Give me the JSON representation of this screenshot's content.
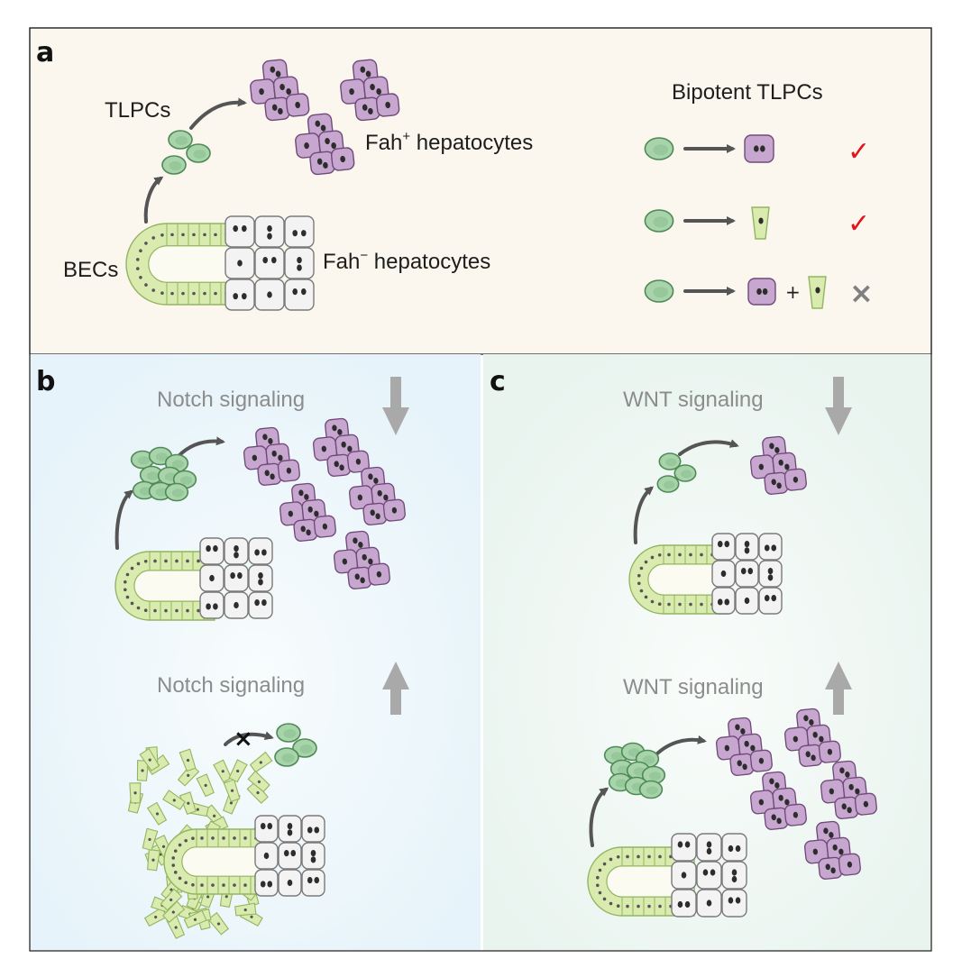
{
  "panels": {
    "a": {
      "letter": "a",
      "labels": {
        "tlpcs": "TLPCs",
        "fah_plus_prefix": "Fah",
        "fah_plus_sup": "+",
        "fah_plus_suffix": " hepatocytes",
        "becs": "BECs",
        "fah_minus_prefix": "Fah",
        "fah_minus_sup": "−",
        "fah_minus_suffix": " hepatocytes",
        "bipotent_title": "Bipotent TLPCs"
      },
      "fates": [
        {
          "outcome": "hepatocyte",
          "status": "allowed",
          "mark": "✓"
        },
        {
          "outcome": "BEC",
          "status": "allowed",
          "mark": "✓"
        },
        {
          "outcome": "hepatocyte + BEC",
          "status": "not-allowed",
          "mark": "×",
          "plus": "+"
        }
      ]
    },
    "b": {
      "letter": "b",
      "top": {
        "signal": "Notch signaling",
        "direction": "down"
      },
      "bottom": {
        "signal": "Notch signaling",
        "direction": "up",
        "blocked_mark": "×"
      }
    },
    "c": {
      "letter": "c",
      "top": {
        "signal": "WNT signaling",
        "direction": "down"
      },
      "bottom": {
        "signal": "WNT signaling",
        "direction": "up"
      }
    }
  },
  "colors": {
    "tlpc_fill": "#a9d4ab",
    "tlpc_stroke": "#4e8a55",
    "hepatocyte_fill": "#c7a6cf",
    "hepatocyte_stroke": "#6f4a78",
    "bec_fill": "#d9ebaf",
    "bec_stroke": "#93b561",
    "fah_minus_fill": "#f3f3f3",
    "fah_minus_stroke": "#7a7a7a",
    "nucleus": "#2d2d2d",
    "check": "#e3131b",
    "cross": "#808080",
    "arrow": "#555555",
    "signal_arrow": "#a9a9a9",
    "panel_a_bg": "#fbf7ef",
    "panel_b_bg": "#ebf6fb",
    "panel_c_bg": "#eef6f3"
  }
}
